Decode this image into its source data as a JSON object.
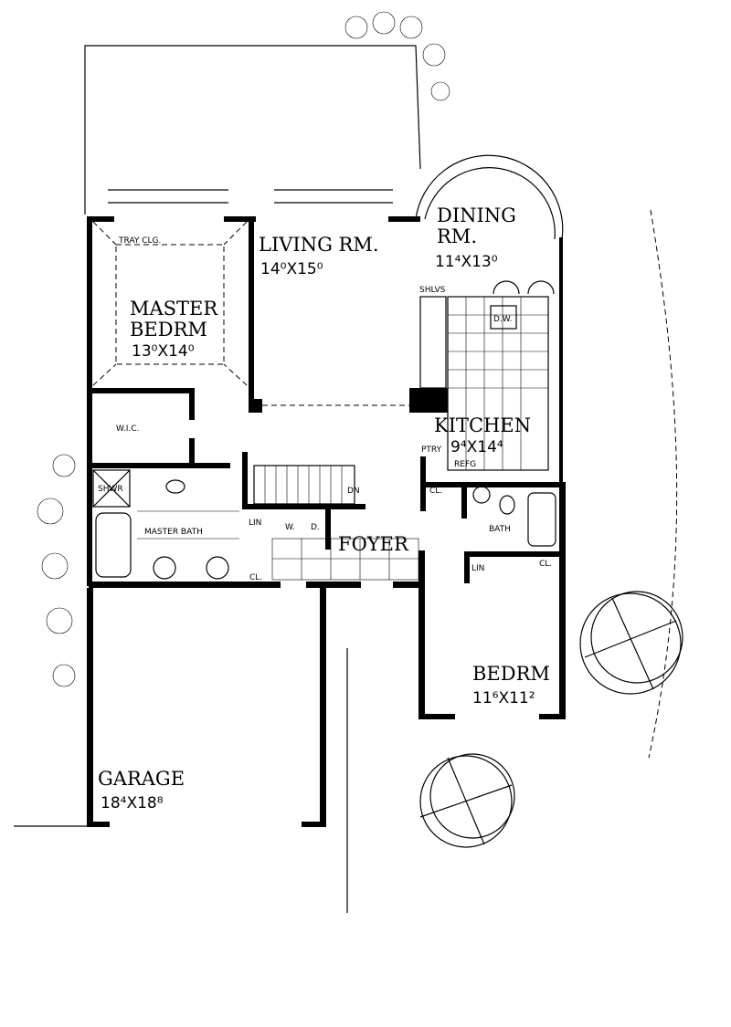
{
  "rooms": {
    "living": {
      "name": "LIVING RM.",
      "dims": "14⁰X15⁰"
    },
    "dining": {
      "name1": "DINING",
      "name2": "RM.",
      "dims": "11⁴X13⁰"
    },
    "master_bedroom": {
      "name1": "MASTER",
      "name2": "BEDRM",
      "dims": "13⁰X14⁰"
    },
    "kitchen": {
      "name": "KITCHEN",
      "dims": "9⁴X14⁴"
    },
    "foyer": {
      "name": "FOYER"
    },
    "bedroom": {
      "name": "BEDRM",
      "dims": "11⁶X11²"
    },
    "garage": {
      "name": "GARAGE",
      "dims": "18⁴X18⁸"
    }
  },
  "small_labels": {
    "tray_ceiling": "TRAY CLG.",
    "wic": "W.I.C.",
    "shower": "SHWR",
    "master_bath": "MASTER BATH",
    "linen_1": "LIN",
    "washer": "W.",
    "dryer": "D.",
    "closet_1": "CL.",
    "stairs_down": "DN",
    "shelves": "SHLVS",
    "dishwasher": "D.W.",
    "pantry": "PTRY",
    "refrigerator": "REFG",
    "closet_2": "CL.",
    "bath": "BATH",
    "linen_2": "LIN",
    "closet_3": "CL."
  }
}
